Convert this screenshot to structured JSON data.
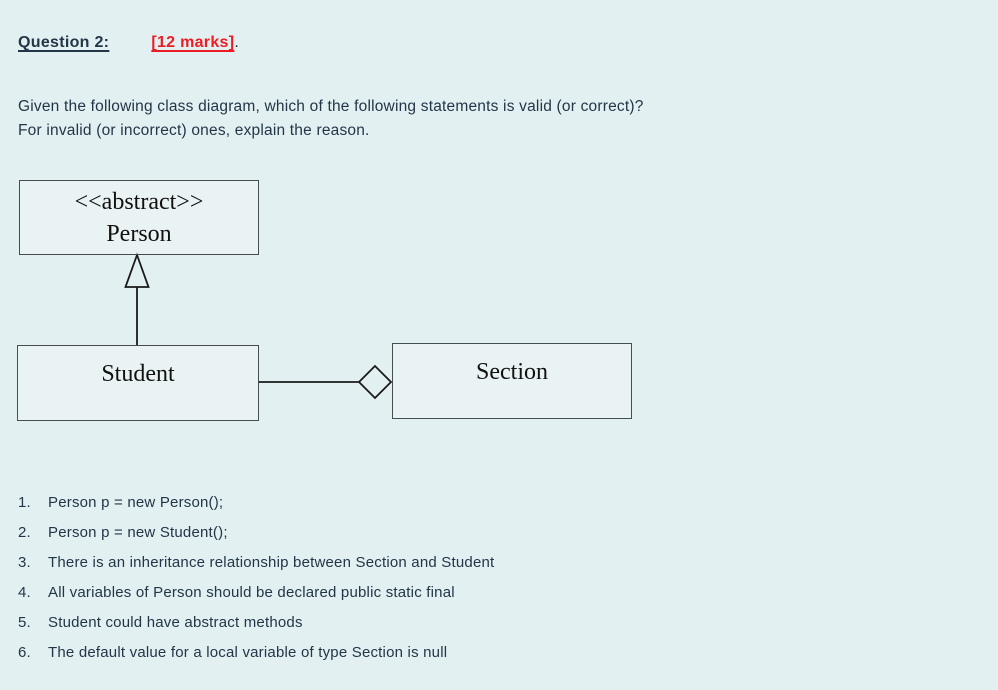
{
  "page": {
    "background": "#e3f0f1",
    "text_color": "#223648",
    "accent_red": "#ed1c24"
  },
  "header": {
    "question_label": "Question 2:",
    "marks_label": "[12 marks]",
    "trailing_period": "."
  },
  "intro": {
    "line1": "Given the following class diagram, which of the following statements is valid (or correct)?",
    "line2": "For invalid (or incorrect) ones, explain the reason."
  },
  "diagram": {
    "person_stereotype": "<<abstract>>",
    "person_name": "Person",
    "student_name": "Student",
    "section_name": "Section",
    "relations": [
      {
        "type": "generalization",
        "from": "Student",
        "to": "Person"
      },
      {
        "type": "aggregation",
        "whole": "Section",
        "part": "Student"
      }
    ]
  },
  "statements": [
    {
      "number": "1.",
      "text": "Person p = new Person();"
    },
    {
      "number": "2.",
      "text": "Person p = new Student();"
    },
    {
      "number": "3.",
      "text": "There is an inheritance relationship between Section and Student"
    },
    {
      "number": "4.",
      "text": "All variables of Person should be declared public static final"
    },
    {
      "number": "5.",
      "text": "Student could have abstract methods"
    },
    {
      "number": "6.",
      "text": "The default value for a local variable of type Section is null"
    }
  ]
}
